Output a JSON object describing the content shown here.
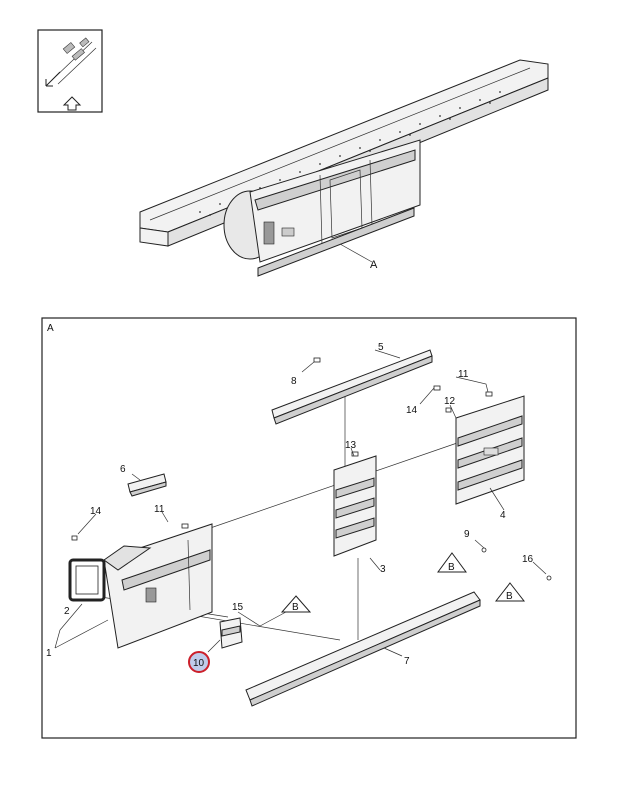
{
  "view_icon": {
    "name": "view-direction-icon"
  },
  "overview": {
    "label": "A"
  },
  "detail": {
    "frame_label": "A",
    "callouts": [
      {
        "id": "c1",
        "text": "1"
      },
      {
        "id": "c2",
        "text": "2"
      },
      {
        "id": "c3",
        "text": "3"
      },
      {
        "id": "c4",
        "text": "4"
      },
      {
        "id": "c5",
        "text": "5"
      },
      {
        "id": "c6",
        "text": "6"
      },
      {
        "id": "c7",
        "text": "7"
      },
      {
        "id": "c8",
        "text": "8"
      },
      {
        "id": "c9",
        "text": "9"
      },
      {
        "id": "c10",
        "text": "10"
      },
      {
        "id": "c11a",
        "text": "11"
      },
      {
        "id": "c11b",
        "text": "11"
      },
      {
        "id": "c12",
        "text": "12"
      },
      {
        "id": "c13",
        "text": "13"
      },
      {
        "id": "c14a",
        "text": "14"
      },
      {
        "id": "c14b",
        "text": "14"
      },
      {
        "id": "c15",
        "text": "15"
      },
      {
        "id": "c16",
        "text": "16"
      }
    ],
    "notes": [
      {
        "id": "b1",
        "text": "B"
      },
      {
        "id": "b2",
        "text": "B"
      },
      {
        "id": "b3",
        "text": "B"
      }
    ],
    "highlight_color": "#cc1f2a",
    "highlight_fill": "#b9c7e8"
  }
}
